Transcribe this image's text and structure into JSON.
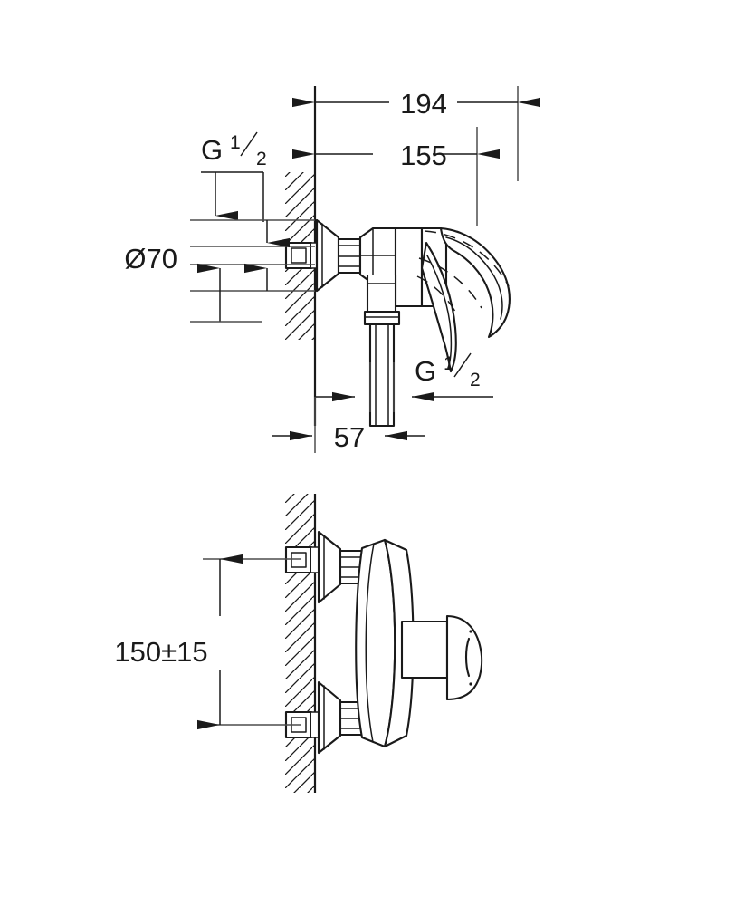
{
  "document": {
    "type": "technical-dimension-drawing",
    "subject": "Wall-mounted single-lever shower mixer",
    "background_color": "#ffffff",
    "line_color": "#1a1a1a",
    "views": [
      {
        "id": "side-view",
        "name": "Side elevation / section"
      },
      {
        "id": "front-view",
        "name": "Front elevation"
      }
    ]
  },
  "dimensions": {
    "overall_depth": {
      "label": "194",
      "name": "overall-depth-dimension",
      "unit": "mm"
    },
    "body_depth": {
      "label": "155",
      "name": "body-depth-dimension",
      "unit": "mm"
    },
    "escutcheon_diameter": {
      "label": "Ø70",
      "symbol": "Ø",
      "value": "70",
      "name": "escutcheon-diameter-dimension",
      "unit": "mm"
    },
    "outlet_offset": {
      "label": "57",
      "name": "outlet-offset-dimension",
      "unit": "mm"
    },
    "centre_distance": {
      "label": "150±15",
      "value": "150",
      "tolerance": "±15",
      "name": "centre-distance-dimension",
      "unit": "mm"
    }
  },
  "thread_callouts": [
    {
      "id": "inlet-thread",
      "letter": "G",
      "numerator": "1",
      "denominator": "2",
      "full": "G 1/2",
      "name": "inlet-thread-callout"
    },
    {
      "id": "outlet-thread",
      "letter": "G",
      "numerator": "1",
      "denominator": "2",
      "full": "G 1/2",
      "name": "outlet-thread-callout"
    }
  ]
}
